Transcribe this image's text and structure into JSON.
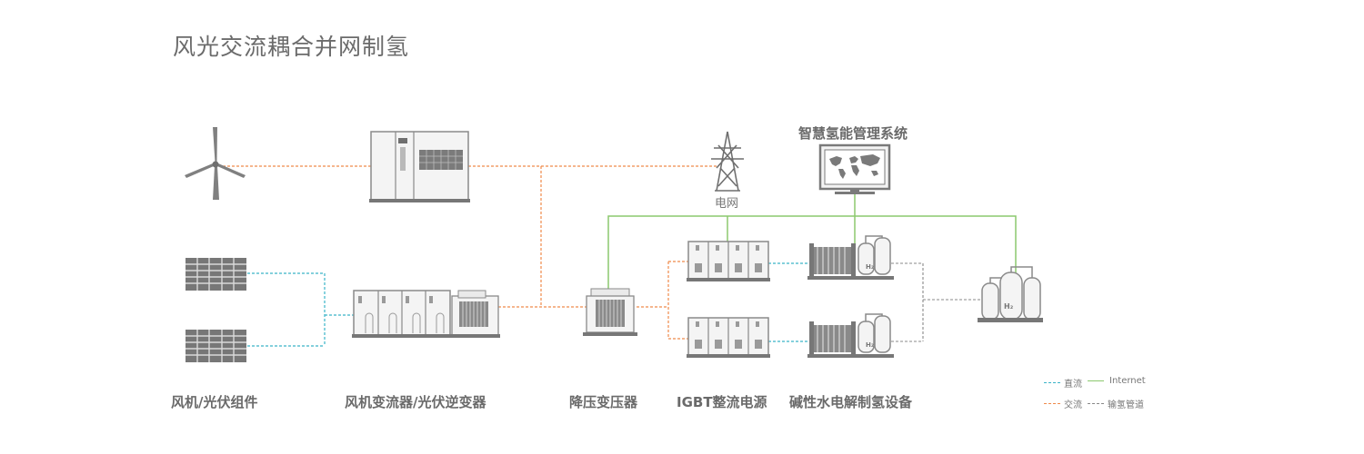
{
  "title": "风光交流耦合并网制氢",
  "labels": {
    "wind_solar": "风机/光伏组件",
    "converters": "风机变流器/光伏逆变器",
    "step_down": "降压变压器",
    "igbt": "IGBT整流电源",
    "electrolyzer": "碱性水电解制氢设备",
    "grid": "电网",
    "smart_system": "智慧氢能管理系统"
  },
  "legend": {
    "dc": "直流",
    "internet": "Internet",
    "ac": "交流",
    "h2_pipe": "输氢管道"
  },
  "colors": {
    "dc": "#3ab3c8",
    "ac": "#ef8a4a",
    "internet": "#8cc86e",
    "h2_pipe": "#888888",
    "equipment": "#8a8a8a"
  },
  "h2_text": "H₂"
}
